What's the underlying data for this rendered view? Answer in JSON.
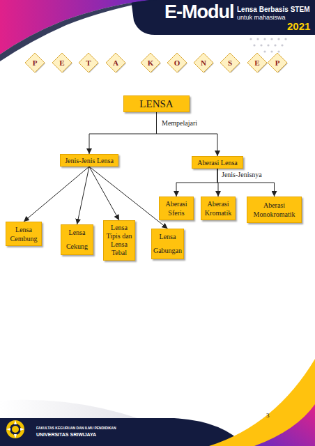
{
  "diagram": {
    "nodes": [
      {
        "text": [
          "P"
        ]
      },
      {
        "text": [
          "E"
        ]
      },
      {
        "text": [
          "T"
        ]
      },
      {
        "text": [
          "A"
        ]
      },
      {
        "text": [
          "K"
        ]
      },
      {
        "text": [
          "O"
        ]
      },
      {
        "text": [
          "N"
        ]
      },
      {
        "text": [
          "S"
        ]
      },
      {
        "text": [
          "E"
        ]
      },
      {
        "text": [
          "P"
        ]
      },
      {
        "text": [
          "LENSA"
        ]
      },
      {
        "text": [
          "Jenis-Jenis Lensa"
        ]
      },
      {
        "text": [
          "Aberasi Lensa"
        ]
      },
      {
        "text": [
          "Aberasi Sferis"
        ]
      },
      {
        "text": [
          "Aberasi Kromatik"
        ]
      },
      {
        "text": [
          "Aberasi Monokromatik"
        ]
      },
      {
        "text": [
          "Lensa Cembung"
        ]
      },
      {
        "text": [
          "Lensa Cekung"
        ]
      },
      {
        "text": [
          "Lensa Tipis dan Lensa Tebal"
        ]
      },
      {
        "text": [
          "Lensa Gabungan"
        ]
      }
    ],
    "edges": [
      {
        "from": 10,
        "to": 11,
        "arrow": "to",
        "label": "Mempelajari"
      },
      {
        "from": 10,
        "to": 12,
        "arrow": "to"
      },
      {
        "from": 12,
        "to": 13,
        "arrow": "to",
        "label": "Jenis-Jenisnya"
      },
      {
        "from": 12,
        "to": 14,
        "arrow": "to"
      },
      {
        "from": 12,
        "to": 15,
        "arrow": "to"
      },
      {
        "from": 11,
        "to": 16,
        "arrow": "to"
      },
      {
        "from": 11,
        "to": 17,
        "arrow": "to"
      },
      {
        "from": 11,
        "to": 18,
        "arrow": "to"
      },
      {
        "from": 11,
        "to": 19,
        "arrow": "to"
      }
    ],
    "labels": [
      "E-Modul",
      "Lensa Berbasis STEM",
      "untuk mahasiswa",
      "2021",
      "3",
      "FAKULTAS KEGURUAN DAN ILMU PENDIDIKAN",
      "UNIVERSITAS SRIWIJAYA"
    ]
  }
}
